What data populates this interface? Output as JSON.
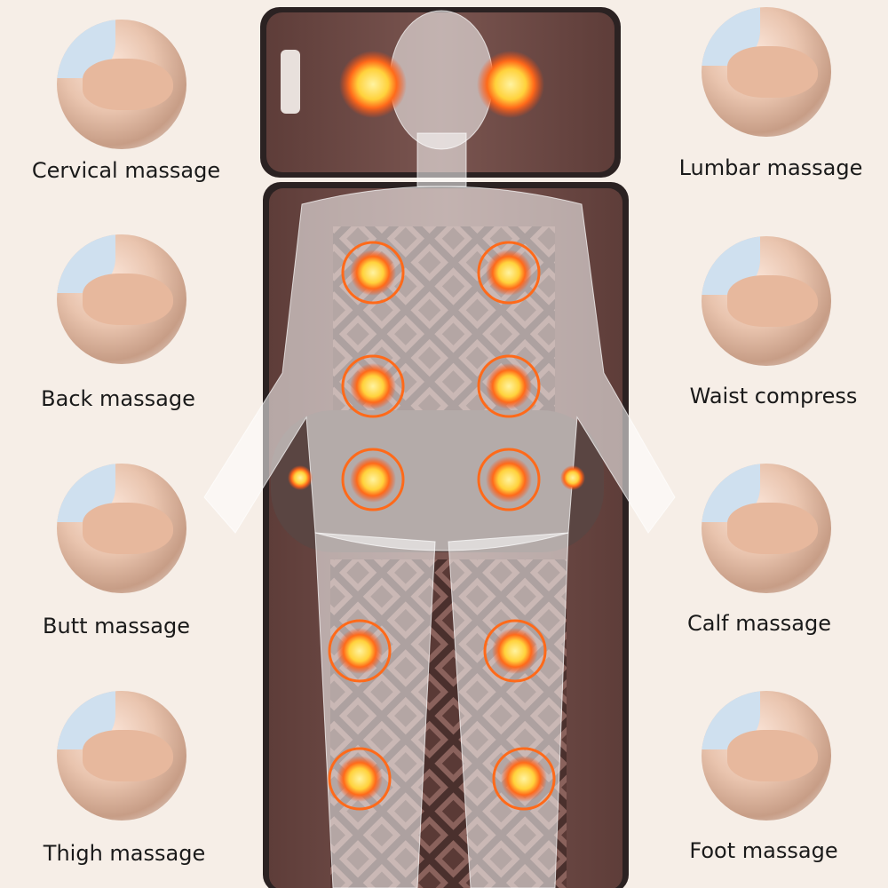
{
  "left_features": [
    {
      "label": "Cervical massage",
      "icon": "cervical-photo"
    },
    {
      "label": "Back massage",
      "icon": "back-photo"
    },
    {
      "label": "Butt massage",
      "icon": "butt-photo"
    },
    {
      "label": "Thigh massage",
      "icon": "thigh-photo"
    }
  ],
  "right_features": [
    {
      "label": "Lumbar massage",
      "icon": "lumbar-photo"
    },
    {
      "label": "Waist compress",
      "icon": "waist-photo"
    },
    {
      "label": "Calf massage",
      "icon": "calf-photo"
    },
    {
      "label": "Foot massage",
      "icon": "foot-photo"
    }
  ],
  "colors": {
    "background": "#f6eee7",
    "mat": "#6e4a45",
    "mat_border": "#2b2222",
    "heat": "#ff6a1a",
    "heat_core": "#ffe07a"
  }
}
